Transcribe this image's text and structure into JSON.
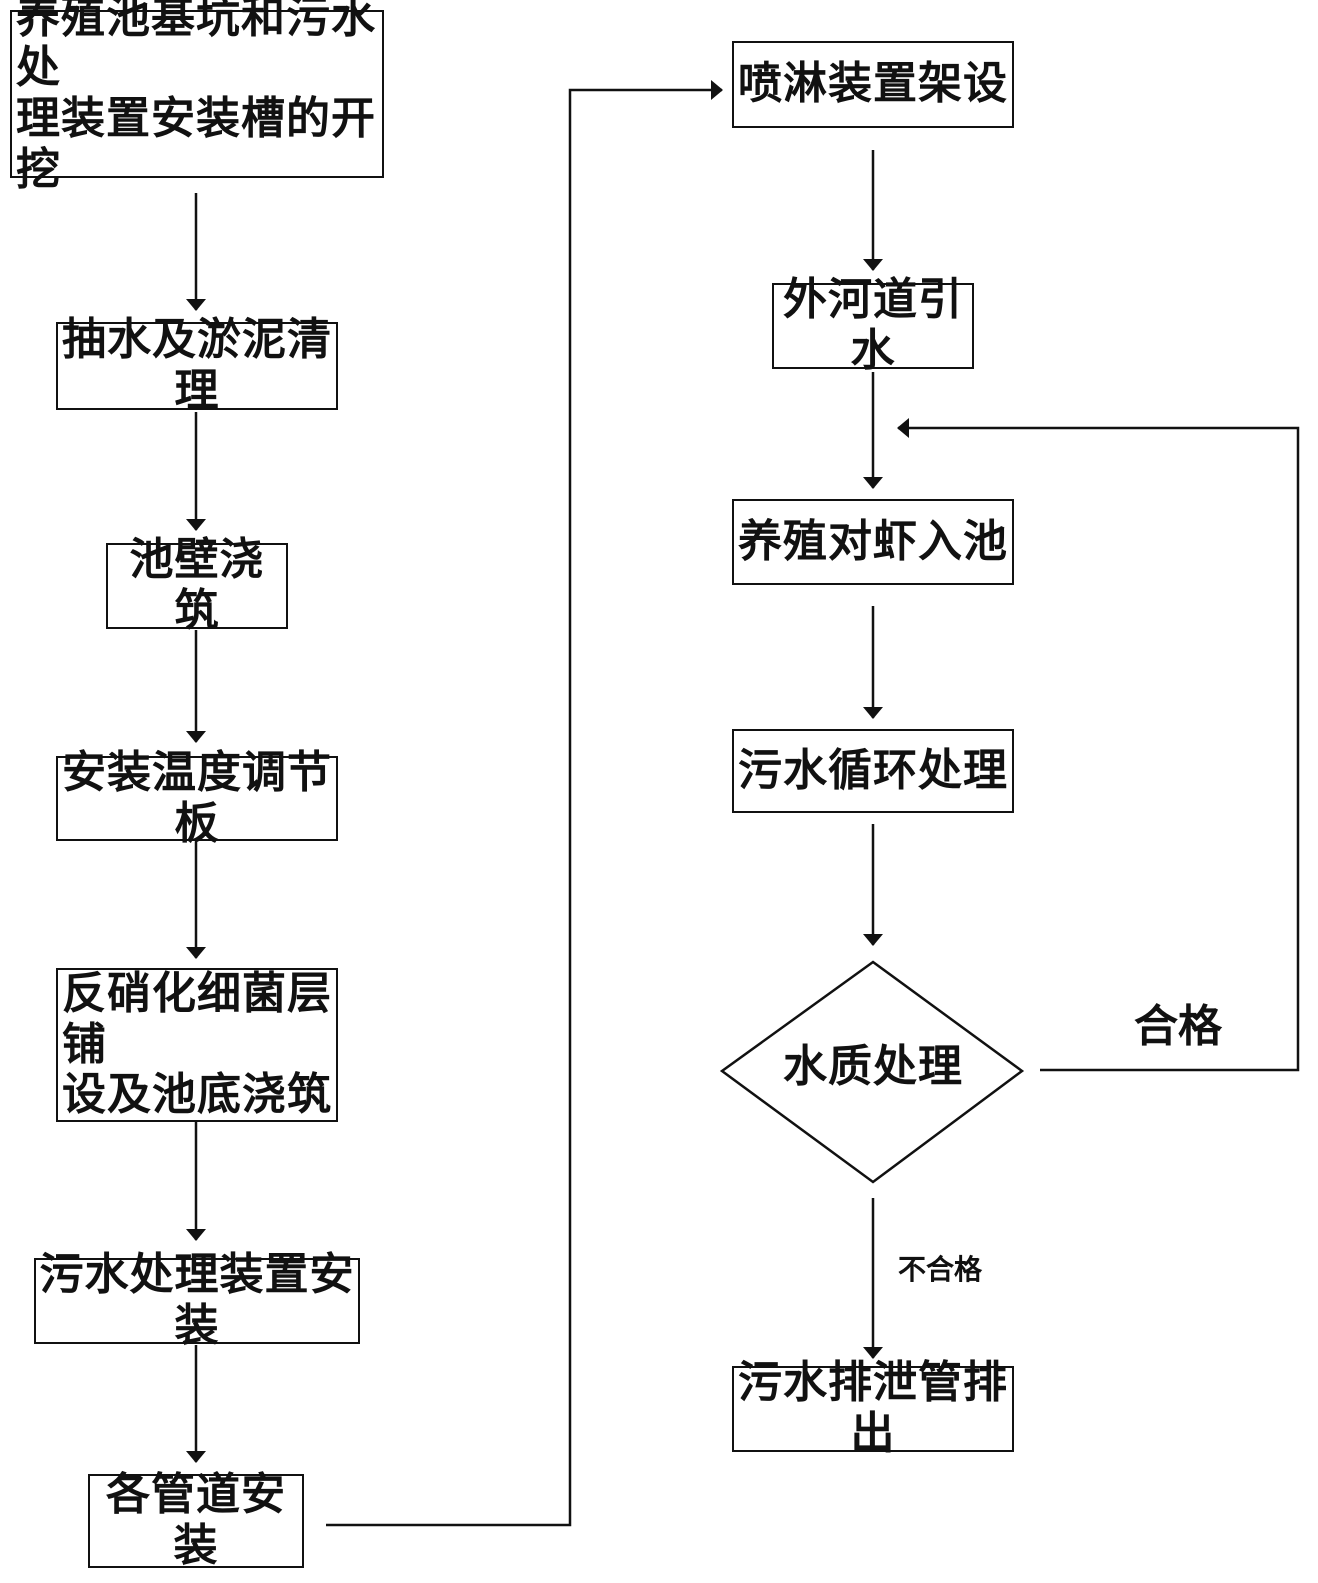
{
  "left_steps": [
    {
      "lines": [
        "养殖池基坑和污水处",
        "理装置安装槽的开挖"
      ]
    },
    {
      "lines": [
        "抽水及淤泥清理"
      ]
    },
    {
      "lines": [
        "池壁浇筑"
      ]
    },
    {
      "lines": [
        "安装温度调节板"
      ]
    },
    {
      "lines": [
        "反硝化细菌层铺",
        "设及池底浇筑"
      ]
    },
    {
      "lines": [
        "污水处理装置安装"
      ]
    },
    {
      "lines": [
        "各管道安装"
      ]
    }
  ],
  "right_steps": [
    {
      "label": "喷淋装置架设"
    },
    {
      "label": "外河道引水"
    },
    {
      "label": "养殖对虾入池"
    },
    {
      "label": "污水循环处理"
    }
  ],
  "decision": {
    "label": "水质处理"
  },
  "final_step": {
    "label": "污水排泄管排出"
  },
  "edge_labels": {
    "pass": "合格",
    "fail": "不合格"
  }
}
